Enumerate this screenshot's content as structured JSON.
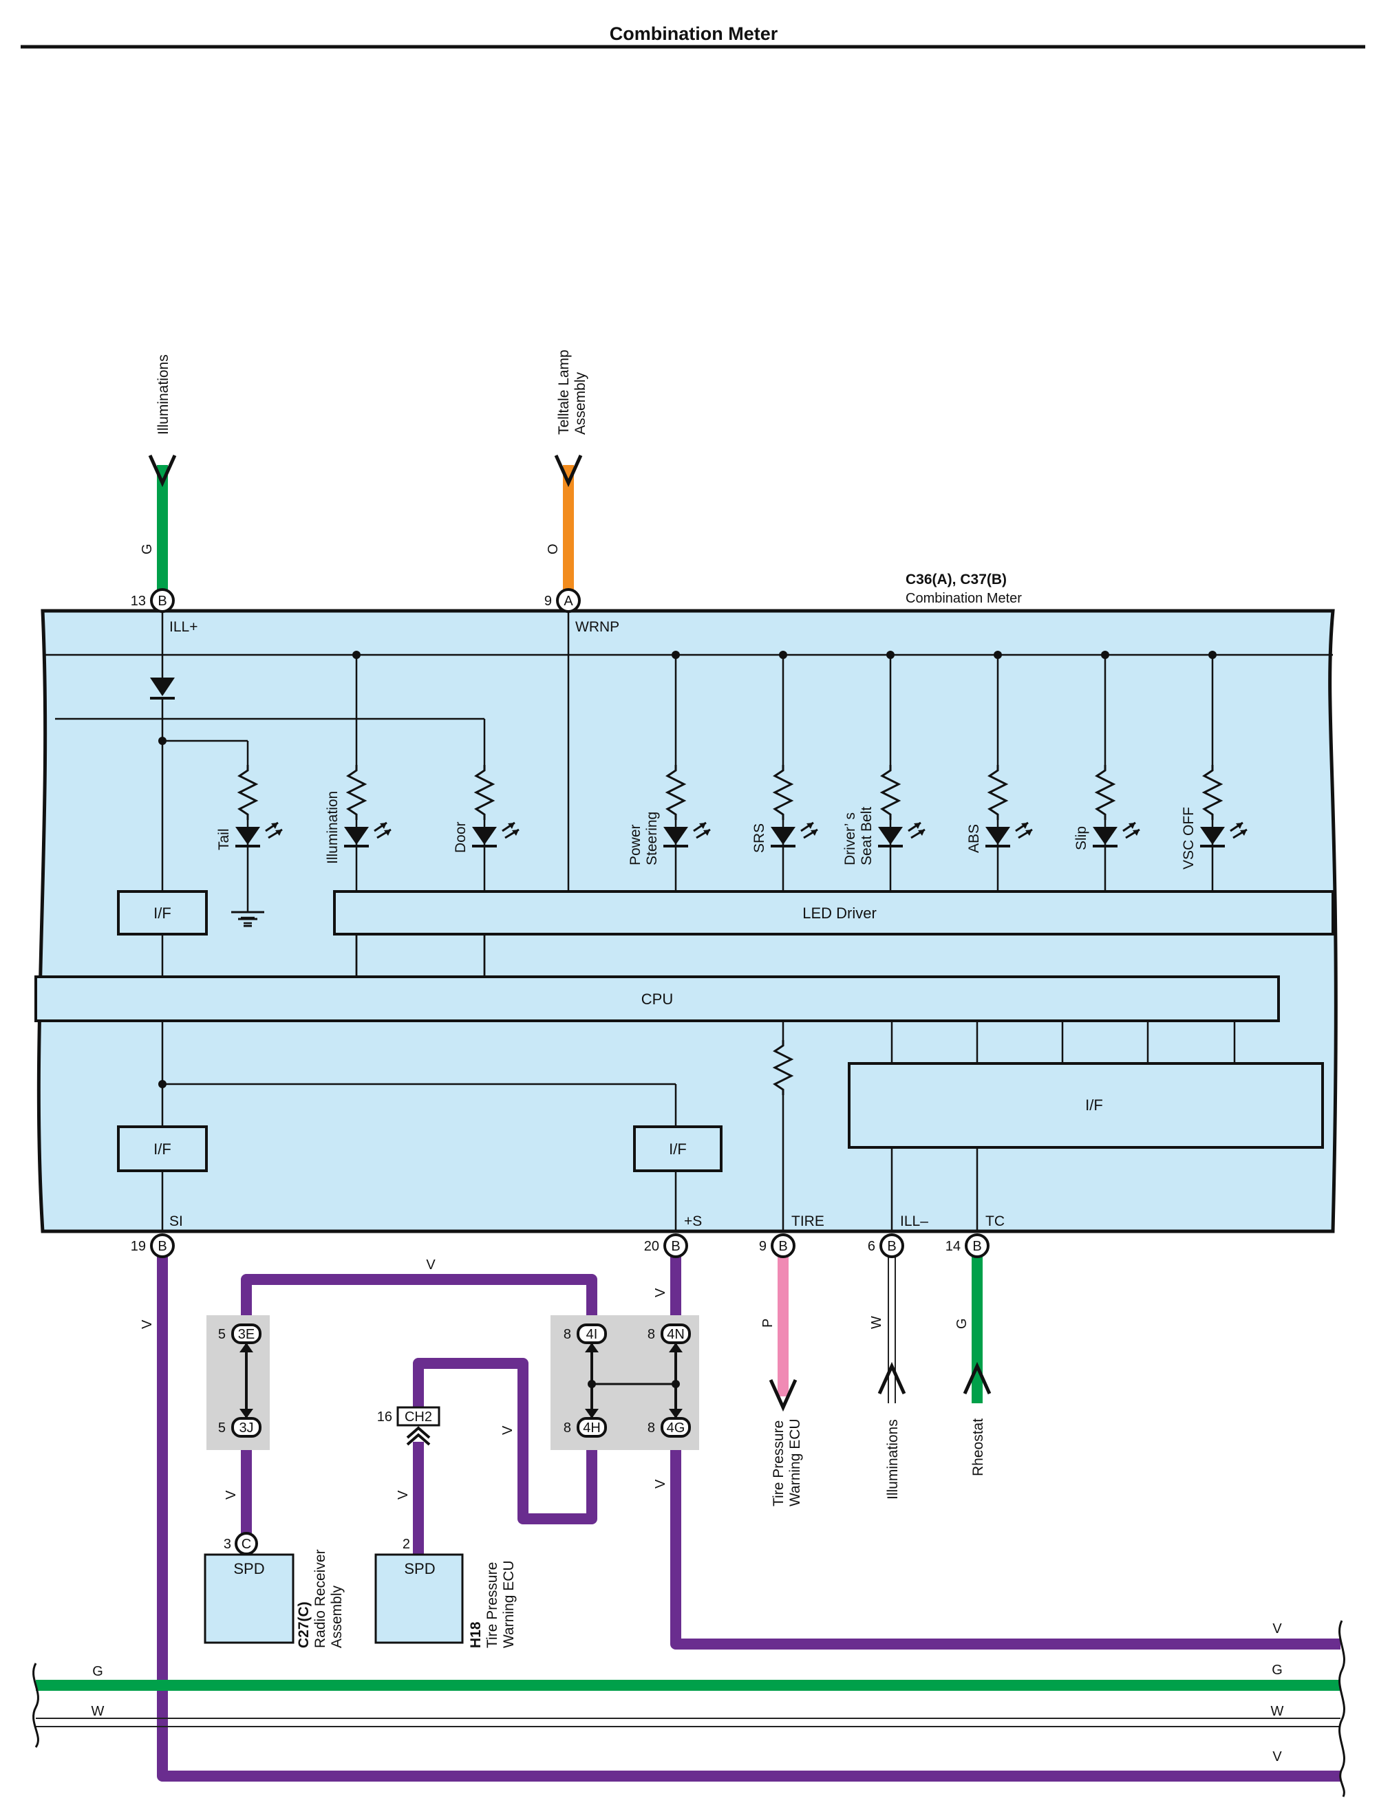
{
  "page": {
    "title": "Combination Meter"
  },
  "colors": {
    "V": "#6a2d8f",
    "G": "#00a04a",
    "O": "#f28c1e",
    "P": "#f08ab4",
    "W": "#ffffff",
    "body": "#c9e8f7"
  },
  "component": {
    "code": "C36(A), C37(B)",
    "name": "Combination Meter"
  },
  "top_connections": [
    {
      "label": "Illuminations",
      "wire": "G",
      "pin": "13",
      "connector": "B",
      "terminal": "ILL+"
    },
    {
      "label1": "Telltale Lamp",
      "label2": "Assembly",
      "wire": "O",
      "pin": "9",
      "connector": "A",
      "terminal": "WRNP"
    }
  ],
  "lamps": [
    {
      "label": "Tail"
    },
    {
      "label": "Illumination"
    },
    {
      "label": "Door"
    },
    {
      "label1": "Power",
      "label2": "Steering"
    },
    {
      "label": "SRS"
    },
    {
      "label1": "Driver’ s",
      "label2": "Seat Belt"
    },
    {
      "label": "ABS"
    },
    {
      "label": "Slip"
    },
    {
      "label": "VSC OFF"
    }
  ],
  "blocks": {
    "if": "I/F",
    "led_driver": "LED Driver",
    "cpu": "CPU"
  },
  "bottom_terminals": [
    {
      "pin": "19",
      "connector": "B",
      "name": "SI",
      "wire": "V"
    },
    {
      "pin": "20",
      "connector": "B",
      "name": "+S",
      "wire": "V"
    },
    {
      "pin": "9",
      "connector": "B",
      "name": "TIRE",
      "wire": "P",
      "dest1": "Tire Pressure",
      "dest2": "Warning ECU"
    },
    {
      "pin": "6",
      "connector": "B",
      "name": "ILL–",
      "wire": "W",
      "dest1": "Illuminations"
    },
    {
      "pin": "14",
      "connector": "B",
      "name": "TC",
      "wire": "G",
      "dest1": "Rheostat"
    }
  ],
  "junctions": {
    "j3e": {
      "pin": "5",
      "id": "3E"
    },
    "j3j": {
      "pin": "5",
      "id": "3J"
    },
    "j4i": {
      "pin": "8",
      "id": "4I"
    },
    "j4n": {
      "pin": "8",
      "id": "4N"
    },
    "j4h": {
      "pin": "8",
      "id": "4H"
    },
    "j4g": {
      "pin": "8",
      "id": "4G"
    },
    "ch2": {
      "pin": "16",
      "id": "CH2"
    }
  },
  "modules": [
    {
      "code": "C27(C)",
      "name1": "Radio Receiver",
      "name2": "Assembly",
      "pin": "3",
      "connector": "C",
      "box": "SPD"
    },
    {
      "code": "H18",
      "name1": "Tire Pressure",
      "name2": "Warning ECU",
      "pin": "2",
      "box": "SPD"
    }
  ],
  "wire_labels": {
    "v": "V",
    "g": "G",
    "w": "W"
  }
}
